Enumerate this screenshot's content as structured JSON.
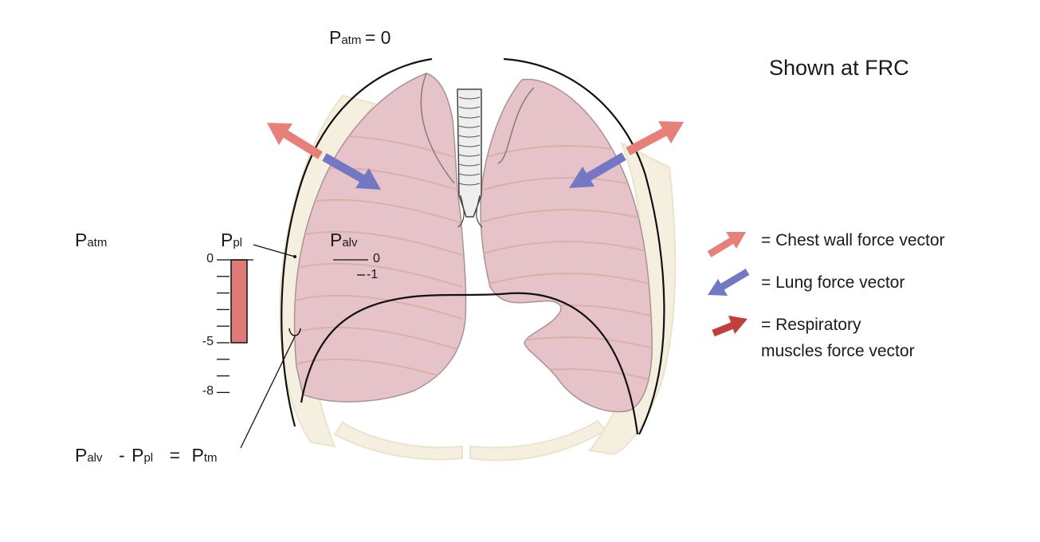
{
  "title": "Shown at FRC",
  "top_pressure": {
    "symbol": "P",
    "subscript": "atm",
    "equals": "= 0"
  },
  "left_labels": {
    "patm": {
      "symbol": "P",
      "subscript": "atm"
    },
    "ppl": {
      "symbol": "P",
      "subscript": "pl"
    },
    "palv": {
      "symbol": "P",
      "subscript": "alv"
    }
  },
  "scale": {
    "ticks": [
      {
        "value": 0,
        "label": "0"
      },
      {
        "value": -1,
        "label": ""
      },
      {
        "value": -2,
        "label": ""
      },
      {
        "value": -3,
        "label": ""
      },
      {
        "value": -4,
        "label": ""
      },
      {
        "value": -5,
        "label": "-5"
      },
      {
        "value": -6,
        "label": ""
      },
      {
        "value": -7,
        "label": ""
      },
      {
        "value": -8,
        "label": "-8"
      }
    ],
    "ppl_bar_value": -5,
    "bar_color": "#e07a78"
  },
  "alveolar_scale": {
    "zero_label": "0",
    "minus_one_label": "-1"
  },
  "equation": {
    "palv_symbol": "P",
    "palv_sub": "alv",
    "minus": "-",
    "ppl_symbol": "P",
    "ppl_sub": "pl",
    "equals": "=",
    "ptm_symbol": "P",
    "ptm_sub": "tm"
  },
  "legend": [
    {
      "label": "= Chest wall force vector",
      "color": "#e8807a"
    },
    {
      "label": "= Lung force vector",
      "color": "#7377c4"
    },
    {
      "label_line1": "= Respiratory",
      "label_line2": "muscles force vector",
      "color": "#c2403c"
    }
  ],
  "colors": {
    "chest_wall_arrow": "#e8807a",
    "lung_arrow": "#7377c4",
    "respiratory_arrow": "#c2403c",
    "lung_fill": "#e6c3c8",
    "rib_fill": "#f3ecd9",
    "trachea_fill": "#eeeeee"
  }
}
